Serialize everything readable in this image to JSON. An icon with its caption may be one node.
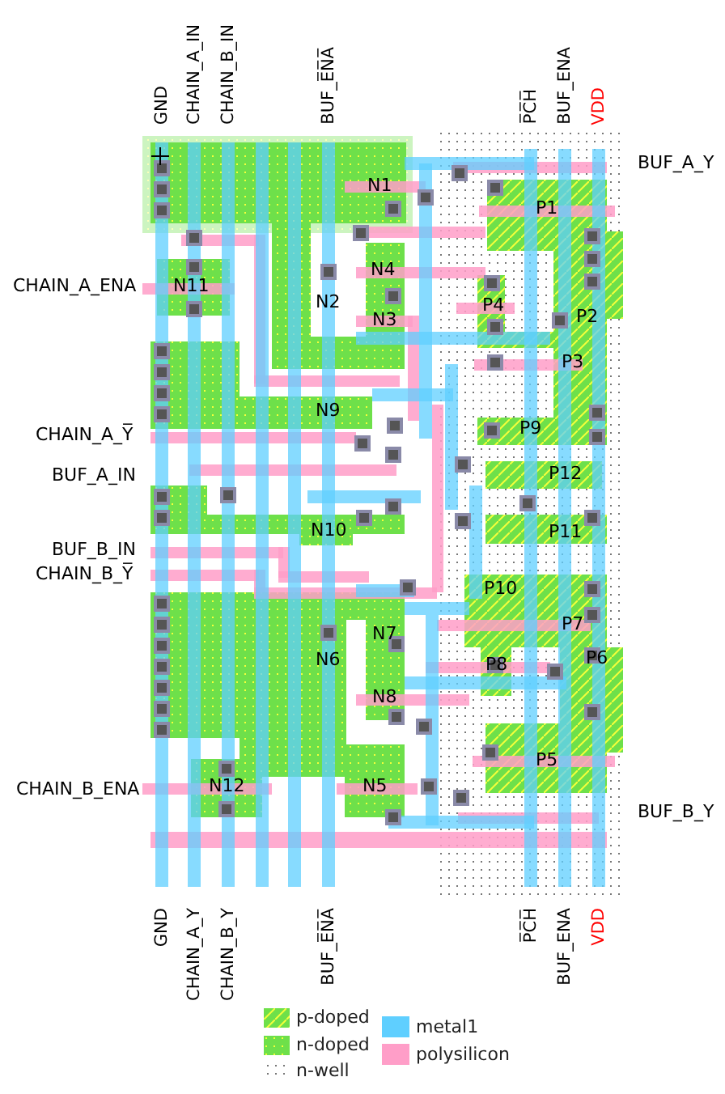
{
  "diagram": {
    "labels": [
      "GND",
      "CHAIN_A_IN",
      "CHAIN_B_IN",
      "BUF_E̅N̅A̅",
      "P̅C̅H̅",
      "BUF_ENA",
      "VDD",
      "BUF_A_Y",
      "N1",
      "P1",
      "N4",
      "CHAIN_A_ENA",
      "N11",
      "P2",
      "N2",
      "P4",
      "N3",
      "P3",
      "N9",
      "CHAIN_A_Y̅",
      "P9",
      "BUF_A_IN",
      "P12",
      "N10",
      "P11",
      "BUF_B_IN",
      "CHAIN_B_Y̅",
      "P10",
      "N7",
      "P7",
      "N6",
      "P8",
      "P6",
      "N8",
      "P5",
      "CHAIN_B_ENA",
      "N12",
      "N5",
      "BUF_B_Y",
      "GND",
      "CHAIN_A_Y",
      "CHAIN_B_Y",
      "BUF_E̅N̅A̅",
      "P̅C̅H̅",
      "BUF_ENA",
      "VDD"
    ],
    "legend": [
      {
        "text": "p-doped"
      },
      {
        "text": "n-doped"
      },
      {
        "text": "n-well"
      },
      {
        "text": "metal1",
        "color": "#5fcfff"
      },
      {
        "text": "polysilicon",
        "color": "#ff9ec8"
      }
    ]
  }
}
